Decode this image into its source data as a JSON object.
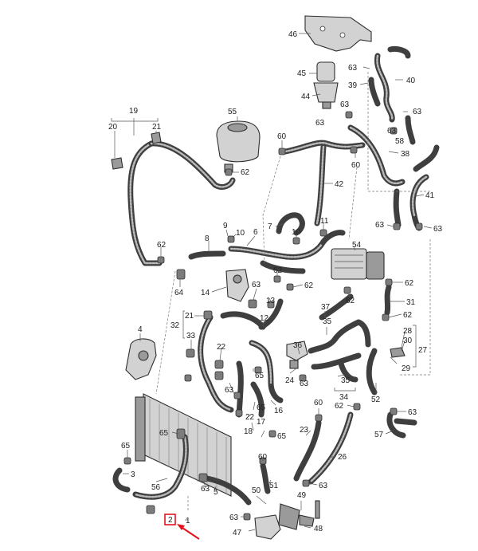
{
  "diagram": {
    "callouts": [
      {
        "id": "c46",
        "label": "46"
      },
      {
        "id": "c45",
        "label": "45"
      },
      {
        "id": "c44",
        "label": "44"
      },
      {
        "id": "c63a",
        "label": "63"
      },
      {
        "id": "c39",
        "label": "39"
      },
      {
        "id": "c40",
        "label": "40"
      },
      {
        "id": "c63b",
        "label": "63"
      },
      {
        "id": "c63c",
        "label": "63"
      },
      {
        "id": "c63d",
        "label": "63"
      },
      {
        "id": "c63e",
        "label": "63"
      },
      {
        "id": "c58",
        "label": "58"
      },
      {
        "id": "c38",
        "label": "38"
      },
      {
        "id": "c19",
        "label": "19"
      },
      {
        "id": "c20",
        "label": "20"
      },
      {
        "id": "c21",
        "label": "21"
      },
      {
        "id": "c55",
        "label": "55"
      },
      {
        "id": "c60a",
        "label": "60"
      },
      {
        "id": "c60b",
        "label": "60"
      },
      {
        "id": "c62a",
        "label": "62"
      },
      {
        "id": "c42",
        "label": "42"
      },
      {
        "id": "c41",
        "label": "41"
      },
      {
        "id": "c63f",
        "label": "63"
      },
      {
        "id": "c63g",
        "label": "63"
      },
      {
        "id": "c9",
        "label": "9"
      },
      {
        "id": "c10a",
        "label": "10"
      },
      {
        "id": "c6",
        "label": "6"
      },
      {
        "id": "c7",
        "label": "7"
      },
      {
        "id": "c10b",
        "label": "10"
      },
      {
        "id": "c11",
        "label": "11"
      },
      {
        "id": "c54",
        "label": "54"
      },
      {
        "id": "c8",
        "label": "8"
      },
      {
        "id": "c62b",
        "label": "62"
      },
      {
        "id": "c62c",
        "label": "62"
      },
      {
        "id": "c64",
        "label": "64"
      },
      {
        "id": "c62d",
        "label": "62"
      },
      {
        "id": "c62e",
        "label": "62"
      },
      {
        "id": "c14",
        "label": "14"
      },
      {
        "id": "c63h",
        "label": "63"
      },
      {
        "id": "c13",
        "label": "13"
      },
      {
        "id": "c62f",
        "label": "62"
      },
      {
        "id": "c31",
        "label": "31"
      },
      {
        "id": "c37",
        "label": "37"
      },
      {
        "id": "c62g",
        "label": "62"
      },
      {
        "id": "c32",
        "label": "32"
      },
      {
        "id": "c21b",
        "label": "21"
      },
      {
        "id": "c12",
        "label": "12"
      },
      {
        "id": "c35a",
        "label": "35"
      },
      {
        "id": "c28",
        "label": "28"
      },
      {
        "id": "c30",
        "label": "30"
      },
      {
        "id": "c27",
        "label": "27"
      },
      {
        "id": "c4",
        "label": "4"
      },
      {
        "id": "c33",
        "label": "33"
      },
      {
        "id": "c22",
        "label": "22"
      },
      {
        "id": "c65a",
        "label": "65"
      },
      {
        "id": "c24",
        "label": "24"
      },
      {
        "id": "c36",
        "label": "36"
      },
      {
        "id": "c29",
        "label": "29"
      },
      {
        "id": "c63i",
        "label": "63"
      },
      {
        "id": "c35b",
        "label": "35"
      },
      {
        "id": "c63j",
        "label": "63"
      },
      {
        "id": "c34",
        "label": "34"
      },
      {
        "id": "c52",
        "label": "52"
      },
      {
        "id": "c65b",
        "label": "65"
      },
      {
        "id": "c22b",
        "label": "22"
      },
      {
        "id": "c16",
        "label": "16"
      },
      {
        "id": "c60c",
        "label": "60"
      },
      {
        "id": "c62h",
        "label": "62"
      },
      {
        "id": "c63k",
        "label": "63"
      },
      {
        "id": "c65c",
        "label": "65"
      },
      {
        "id": "c18",
        "label": "18"
      },
      {
        "id": "c17",
        "label": "17"
      },
      {
        "id": "c65d",
        "label": "65"
      },
      {
        "id": "c23",
        "label": "23"
      },
      {
        "id": "c57",
        "label": "57"
      },
      {
        "id": "c65e",
        "label": "65"
      },
      {
        "id": "c60d",
        "label": "60"
      },
      {
        "id": "c26",
        "label": "26"
      },
      {
        "id": "c3",
        "label": "3"
      },
      {
        "id": "c56",
        "label": "56"
      },
      {
        "id": "c63l",
        "label": "63"
      },
      {
        "id": "c5",
        "label": "5"
      },
      {
        "id": "c51",
        "label": "51"
      },
      {
        "id": "c50",
        "label": "50"
      },
      {
        "id": "c63m",
        "label": "63"
      },
      {
        "id": "c49",
        "label": "49"
      },
      {
        "id": "c63n",
        "label": "63"
      },
      {
        "id": "c1",
        "label": "1"
      },
      {
        "id": "c2",
        "label": "2"
      },
      {
        "id": "c47",
        "label": "47"
      },
      {
        "id": "c48",
        "label": "48"
      }
    ],
    "highlight": {
      "label_id": "c2",
      "color": "#e0141e"
    }
  }
}
